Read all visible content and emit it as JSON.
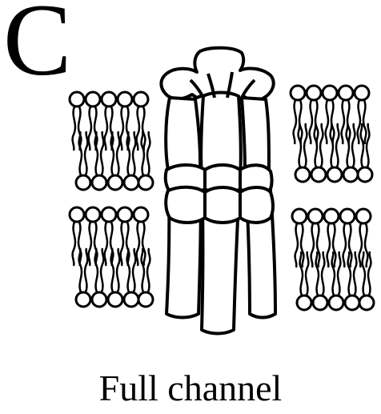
{
  "panel": {
    "letter": "C"
  },
  "caption": {
    "text": "Full channel"
  },
  "membrane": {
    "upper_leaflet_lipids_per_block": 5,
    "lower_leaflet_lipids_per_block": 5
  },
  "colors": {
    "ink": "#000000",
    "fill": "#ffffff"
  }
}
